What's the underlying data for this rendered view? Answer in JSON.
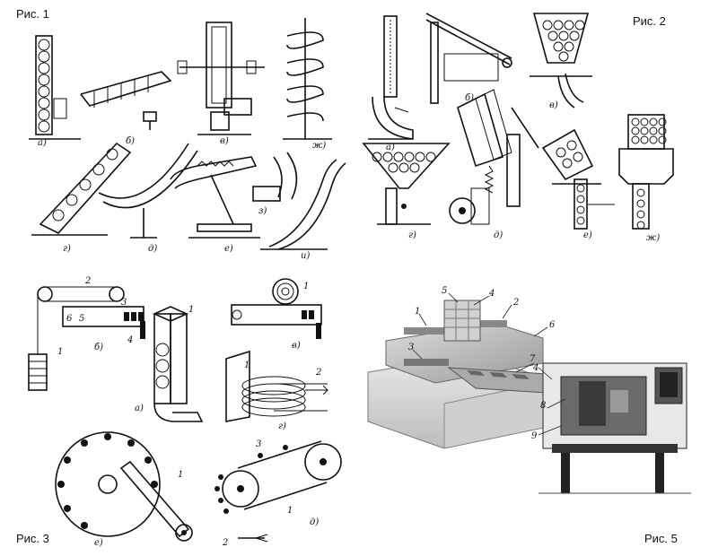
{
  "figures": {
    "fig1": {
      "label": "Рис. 1",
      "sub_labels": [
        "а)",
        "б)",
        "в)",
        "ж)",
        "г)",
        "д)",
        "е)",
        "з)",
        "и)"
      ]
    },
    "fig2": {
      "label": "Рис. 2",
      "sub_labels": [
        "а)",
        "б)",
        "в)",
        "г)",
        "д)",
        "е)",
        "ж)"
      ]
    },
    "fig3": {
      "label": "Рис. 3",
      "sub_labels": [
        "б)",
        "а)",
        "в)",
        "г)",
        "е)",
        "д)"
      ],
      "numbers": [
        "1",
        "2",
        "3",
        "4",
        "5",
        "6",
        "1",
        "1",
        "1",
        "2",
        "1",
        "2",
        "3",
        "1"
      ]
    },
    "fig5": {
      "label": "Рис. 5",
      "numbers": [
        "1",
        "2",
        "3",
        "4",
        "5",
        "6",
        "7",
        "8",
        "9",
        "4"
      ]
    }
  }
}
